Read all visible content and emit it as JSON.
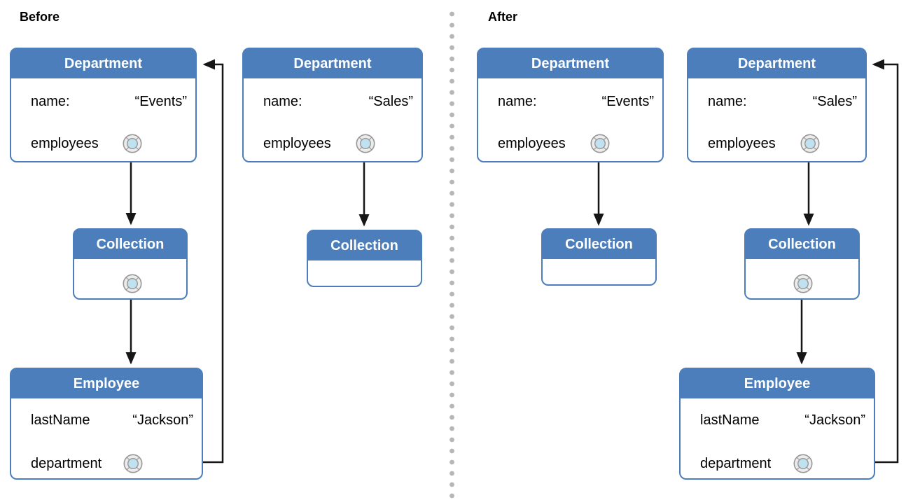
{
  "sections": {
    "before": {
      "label": "Before"
    },
    "after": {
      "label": "After"
    }
  },
  "diagram": {
    "before": {
      "department_events": {
        "title": "Department",
        "name_label": "name:",
        "name_value": "“Events”",
        "employees_label": "employees"
      },
      "department_sales": {
        "title": "Department",
        "name_label": "name:",
        "name_value": "“Sales”",
        "employees_label": "employees"
      },
      "collection_events": {
        "title": "Collection"
      },
      "collection_sales": {
        "title": "Collection"
      },
      "employee": {
        "title": "Employee",
        "lastname_label": "lastName",
        "lastname_value": "“Jackson”",
        "department_label": "department"
      }
    },
    "after": {
      "department_events": {
        "title": "Department",
        "name_label": "name:",
        "name_value": "“Events”",
        "employees_label": "employees"
      },
      "department_sales": {
        "title": "Department",
        "name_label": "name:",
        "name_value": "“Sales”",
        "employees_label": "employees"
      },
      "collection_events": {
        "title": "Collection"
      },
      "collection_sales": {
        "title": "Collection"
      },
      "employee": {
        "title": "Employee",
        "lastname_label": "lastName",
        "lastname_value": "“Jackson”",
        "department_label": "department"
      }
    }
  },
  "icons": {
    "relationship_connector": "double-circle-fault-connector",
    "divider": "vertical-dotted-line",
    "arrowhead": "solid-black-triangle"
  },
  "colors": {
    "box_blue": "#4d7ebc",
    "arrow_black": "#161616",
    "divider_gray": "#b7b7b7",
    "connector_outer_fill": "#ececec",
    "connector_inner_fill": "#bfe1f0",
    "connector_stroke": "#979797"
  }
}
